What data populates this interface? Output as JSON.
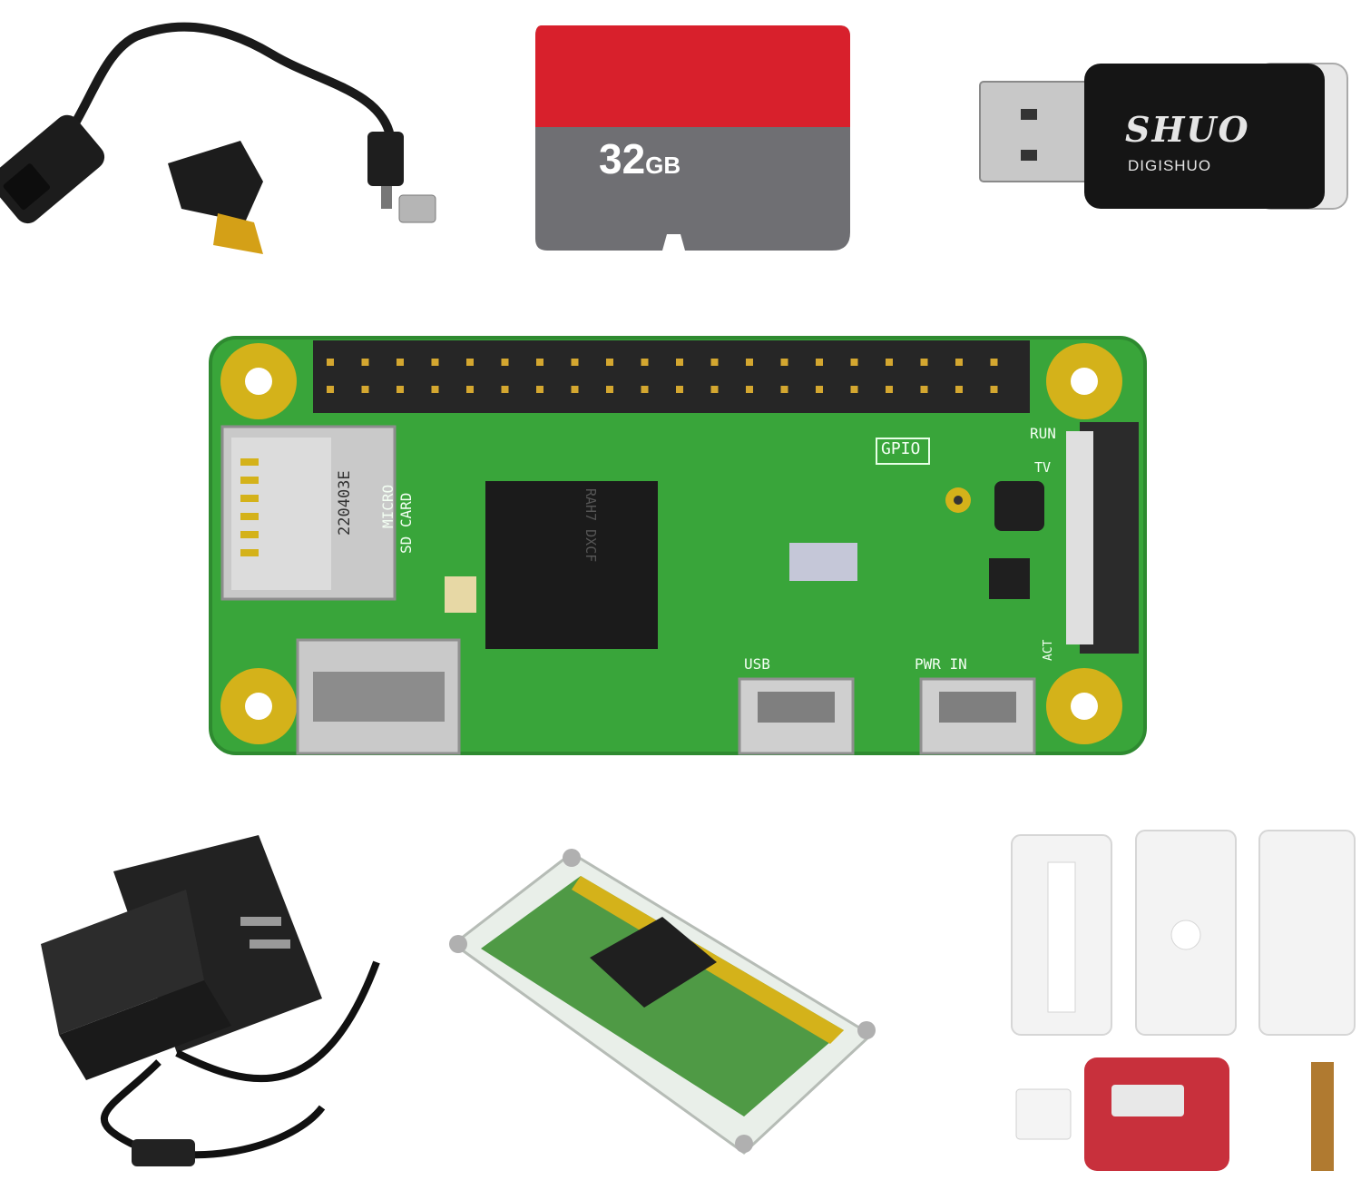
{
  "sd_card": {
    "capacity_number": "32",
    "capacity_unit": "GB",
    "colors": {
      "top": "#d8202c",
      "bottom": "#6f6f73"
    }
  },
  "usb_reader": {
    "logo": "SHUO",
    "brand": "DIGISHUO"
  },
  "board": {
    "gpio_label": "GPIO",
    "run_label": "RUN",
    "tv_label": "TV",
    "sd_label_line1": "MICRO",
    "sd_label_line2": "SD CARD",
    "sd_code": "220403E",
    "chip_text": "RAH7 DXCF",
    "usb_label": "USB",
    "pwr_label": "PWR IN",
    "act_label": "ACT",
    "colors": {
      "pcb": "#39a53a",
      "pad": "#d4b21a",
      "header": "#262626"
    }
  },
  "icons": [
    "otg-cable-icon",
    "hdmi-adapter-icon",
    "power-adapter-icon",
    "acrylic-case-icon",
    "case-plates-icon"
  ]
}
